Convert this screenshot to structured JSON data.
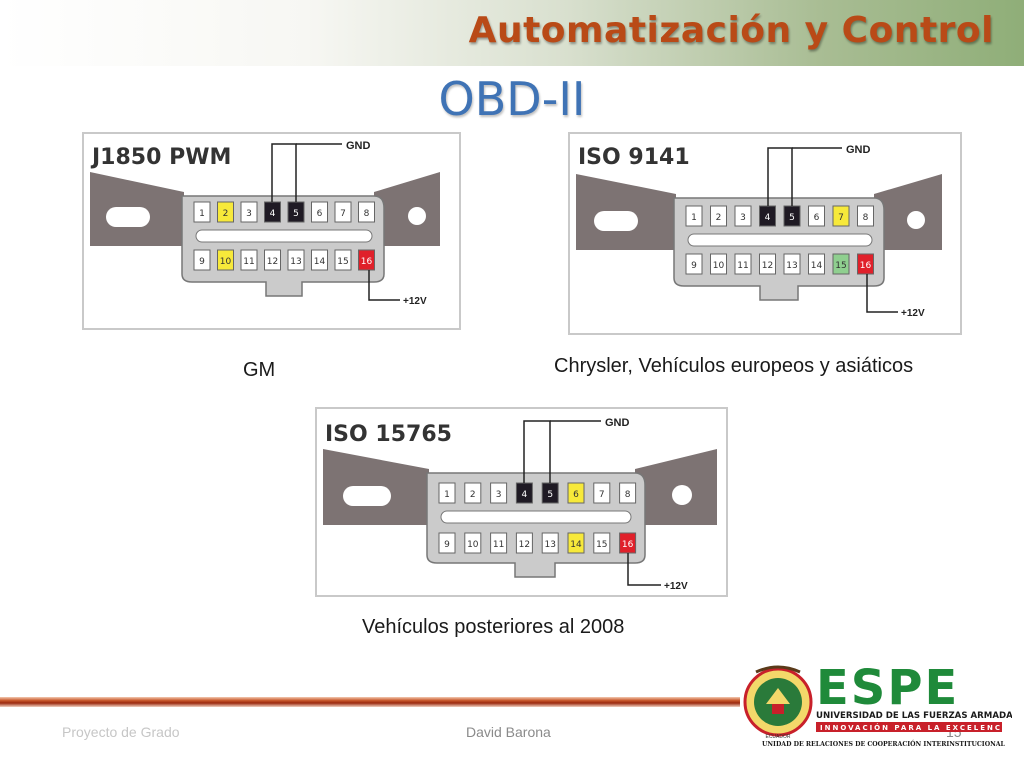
{
  "header": {
    "title": "Automatización y Control"
  },
  "slide": {
    "title": "OBD-II"
  },
  "connectors": [
    {
      "id": "j1850",
      "protocol": "J1850 PWM",
      "gnd_label": "GND",
      "v12_label": "+12V",
      "caption": "GM",
      "pins_top": [
        "1",
        "2",
        "3",
        "4",
        "5",
        "6",
        "7",
        "8"
      ],
      "pins_bottom": [
        "9",
        "10",
        "11",
        "12",
        "13",
        "14",
        "15",
        "16"
      ],
      "pin_colors": {
        "2": "#f7e93a",
        "4": "#1f1a24",
        "5": "#1f1a24",
        "10": "#f7e93a",
        "16": "#e0202a"
      }
    },
    {
      "id": "iso9141",
      "protocol": "ISO 9141",
      "gnd_label": "GND",
      "v12_label": "+12V",
      "caption": "Chrysler, Vehículos europeos y asiáticos",
      "pins_top": [
        "1",
        "2",
        "3",
        "4",
        "5",
        "6",
        "7",
        "8"
      ],
      "pins_bottom": [
        "9",
        "10",
        "11",
        "12",
        "13",
        "14",
        "15",
        "16"
      ],
      "pin_colors": {
        "4": "#1f1a24",
        "5": "#1f1a24",
        "7": "#f7e93a",
        "15": "#8fcf8f",
        "16": "#e0202a"
      }
    },
    {
      "id": "iso15765",
      "protocol": "ISO 15765",
      "gnd_label": "GND",
      "v12_label": "+12V",
      "caption": "Vehículos posteriores al 2008",
      "pins_top": [
        "1",
        "2",
        "3",
        "4",
        "5",
        "6",
        "7",
        "8"
      ],
      "pins_bottom": [
        "9",
        "10",
        "11",
        "12",
        "13",
        "14",
        "15",
        "16"
      ],
      "pin_colors": {
        "4": "#1f1a24",
        "5": "#1f1a24",
        "6": "#f7e93a",
        "14": "#f7e93a",
        "16": "#e0202a"
      }
    }
  ],
  "footer": {
    "left": "Proyecto de Grado",
    "center": "David Barona",
    "page": "15"
  },
  "logo": {
    "brand": "ESPE",
    "line1": "UNIVERSIDAD DE LAS FUERZAS ARMADAS",
    "line2": "INNOVACIÓN PARA LA EXCELENCIA",
    "line3": "UNIDAD DE RELACIONES DE COOPERACIÓN INTERINSTITUCIONAL",
    "seal_text": "ECUADOR"
  },
  "colors": {
    "header_title": "#b94a17",
    "slide_title": "#3f73b5",
    "connector_body": "#7d7373",
    "logo_green": "#1f8a3a",
    "logo_red": "#c8202a"
  }
}
